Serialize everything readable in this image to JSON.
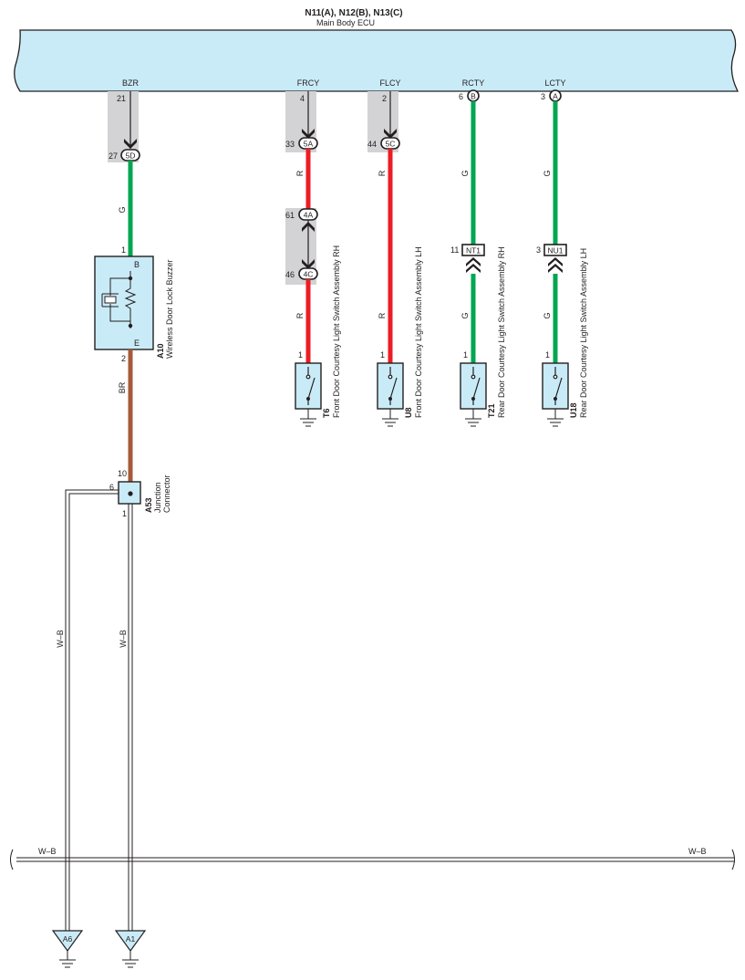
{
  "ecu": {
    "title": "N11(A), N12(B), N13(C)",
    "subtitle": "Main Body ECU",
    "terminals": [
      {
        "name": "BZR",
        "pin": "21"
      },
      {
        "name": "FRCY",
        "pin": "4"
      },
      {
        "name": "FLCY",
        "pin": "2"
      },
      {
        "name": "RCTY",
        "pin": "6",
        "connector": "B"
      },
      {
        "name": "LCTY",
        "pin": "3",
        "connector": "A"
      }
    ]
  },
  "connectors": {
    "c5d": {
      "pin": "27",
      "label": "5D"
    },
    "c5a": {
      "pin": "33",
      "label": "5A"
    },
    "c5c": {
      "pin": "44",
      "label": "5C"
    },
    "c4a": {
      "pin": "61",
      "label": "4A"
    },
    "c4c": {
      "pin": "46",
      "label": "4C"
    },
    "nt1": {
      "pin": "11",
      "label": "NT1"
    },
    "nu1": {
      "pin": "3",
      "label": "NU1"
    }
  },
  "wire_colors": {
    "green": "#00a651",
    "red": "#ed1c24",
    "brown": "#a65a3a",
    "component_fill": "#c9ebf7",
    "splice_fill": "#d3d3d5"
  },
  "wires": {
    "bzr_g": "G",
    "bzr_br": "BR",
    "frcy_r1": "R",
    "frcy_r2": "R",
    "flcy_r1": "R",
    "flcy_r2": "R",
    "rcty_g1": "G",
    "rcty_g2": "G",
    "lcty_g1": "G",
    "lcty_g2": "G",
    "wb_left": "W–B",
    "wb_mid": "W–B",
    "bus_left": "W–B",
    "bus_right": "W–B"
  },
  "buzzer": {
    "code": "A10",
    "name": "Wireless Door Lock Buzzer",
    "pin_top": "1",
    "pin_bottom": "2",
    "term_b": "B",
    "term_e": "E"
  },
  "junction": {
    "code": "A53",
    "name_line1": "Junction",
    "name_line2": "Connector",
    "pin_top": "10",
    "pin_left": "6",
    "pin_bottom": "1"
  },
  "switches": [
    {
      "code": "T6",
      "name": "Front Door Courtesy Light Switch Assembly RH",
      "pin": "1"
    },
    {
      "code": "U8",
      "name": "Front Door Courtesy Light Switch Assembly LH",
      "pin": "1"
    },
    {
      "code": "T21",
      "name": "Rear Door Courtesy Light Switch Assembly RH",
      "pin": "1"
    },
    {
      "code": "U18",
      "name": "Rear Door Courtesy Light Switch Assembly LH",
      "pin": "1"
    }
  ],
  "grounds": [
    {
      "label": "A6"
    },
    {
      "label": "A1"
    }
  ]
}
